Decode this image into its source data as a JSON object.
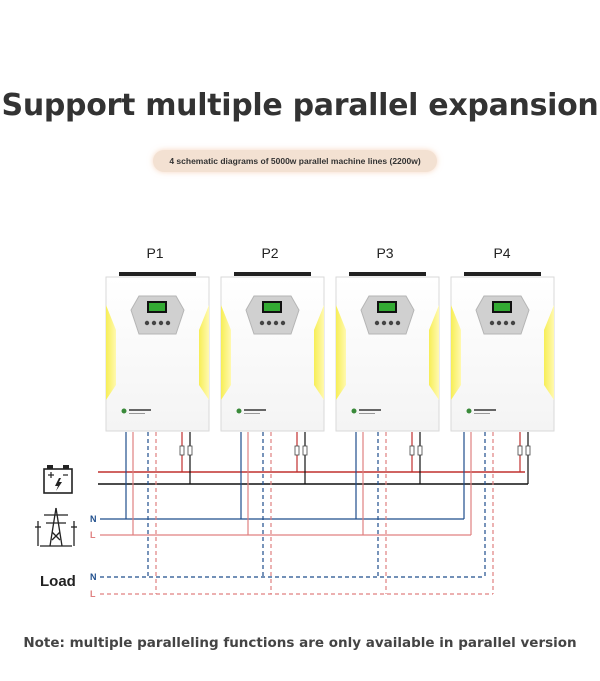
{
  "title": "Support multiple parallel expansion",
  "subtitle_pill": "4 schematic diagrams of 5000w parallel machine lines (2200w)",
  "units": [
    {
      "label": "P1"
    },
    {
      "label": "P2"
    },
    {
      "label": "P3"
    },
    {
      "label": "P4"
    }
  ],
  "wires": {
    "grid_n": "N",
    "grid_l": "L",
    "load_n": "N",
    "load_l": "L"
  },
  "load_label": "Load",
  "icons": [
    "battery-icon",
    "power-tower-icon"
  ],
  "colors": {
    "neutral_wire": "#1f4e8c",
    "line_wire": "#e08080",
    "battery_pos": "#c0302e",
    "battery_neg": "#111111",
    "inverter_accent": "#f5e94b"
  },
  "note": "Note: multiple paralleling functions are only available in parallel version"
}
